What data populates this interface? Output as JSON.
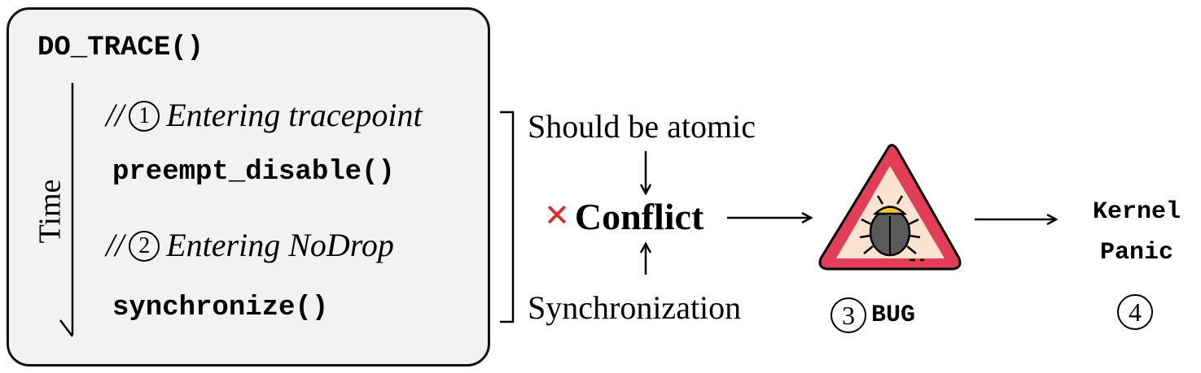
{
  "code_block": {
    "function": "DO_TRACE()",
    "time_axis_label": "Time",
    "steps": [
      {
        "number": "1",
        "comment_prefix": "//",
        "comment": "Entering tracepoint",
        "statement": "preempt_disable()"
      },
      {
        "number": "2",
        "comment_prefix": "//",
        "comment": "Entering NoDrop",
        "statement": "synchronize()"
      }
    ]
  },
  "conflict": {
    "top_note": "Should be atomic",
    "bottom_note": "Synchronization",
    "mark": "✕",
    "label": "Conflict",
    "mark_color": "#e5262b"
  },
  "bug": {
    "number": "3",
    "label": "BUG",
    "icon": "bug-warning-icon",
    "colors": {
      "triangle_border": "#e23e57",
      "triangle_fill": "#fbe3cf",
      "bug_body": "#5a5a5a",
      "bug_head": "#f4c430"
    }
  },
  "result": {
    "line1": "Kernel",
    "line2": "Panic",
    "number": "4"
  }
}
